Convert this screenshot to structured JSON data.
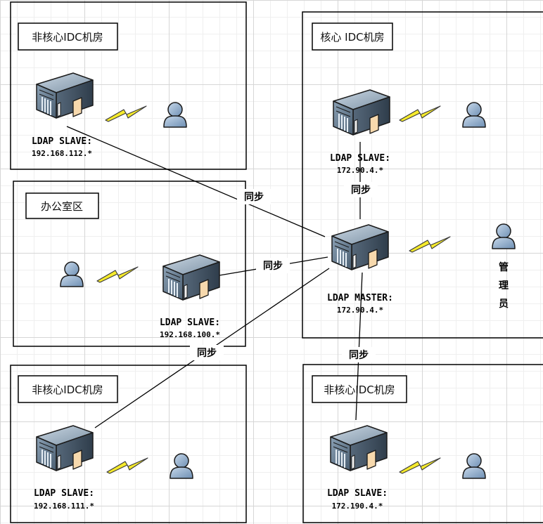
{
  "zones": {
    "top_left": {
      "label": "非核心IDC机房"
    },
    "core": {
      "label": "核心 IDC机房"
    },
    "office": {
      "label": "办公室区"
    },
    "bottom_left": {
      "label": "非核心IDC机房"
    },
    "bottom_right": {
      "label": "非核心IDC机房"
    }
  },
  "servers": {
    "top_left": {
      "role": "LDAP SLAVE:",
      "ip": "192.168.112.*"
    },
    "core_slave": {
      "role": "LDAP SLAVE:",
      "ip": "172.90.4.*"
    },
    "master": {
      "role": "LDAP MASTER:",
      "ip": "172.90.4.*"
    },
    "office": {
      "role": "LDAP SLAVE:",
      "ip": "192.168.100.*"
    },
    "bottom_left": {
      "role": "LDAP SLAVE:",
      "ip": "192.168.111.*"
    },
    "bottom_right": {
      "role": "LDAP SLAVE:",
      "ip": "172.190.4.*"
    }
  },
  "sync_label": "同步",
  "admin": {
    "line1": "管",
    "line2": "理",
    "line3": "员"
  },
  "icons": [
    "server-icon",
    "lightning-icon",
    "user-icon"
  ]
}
